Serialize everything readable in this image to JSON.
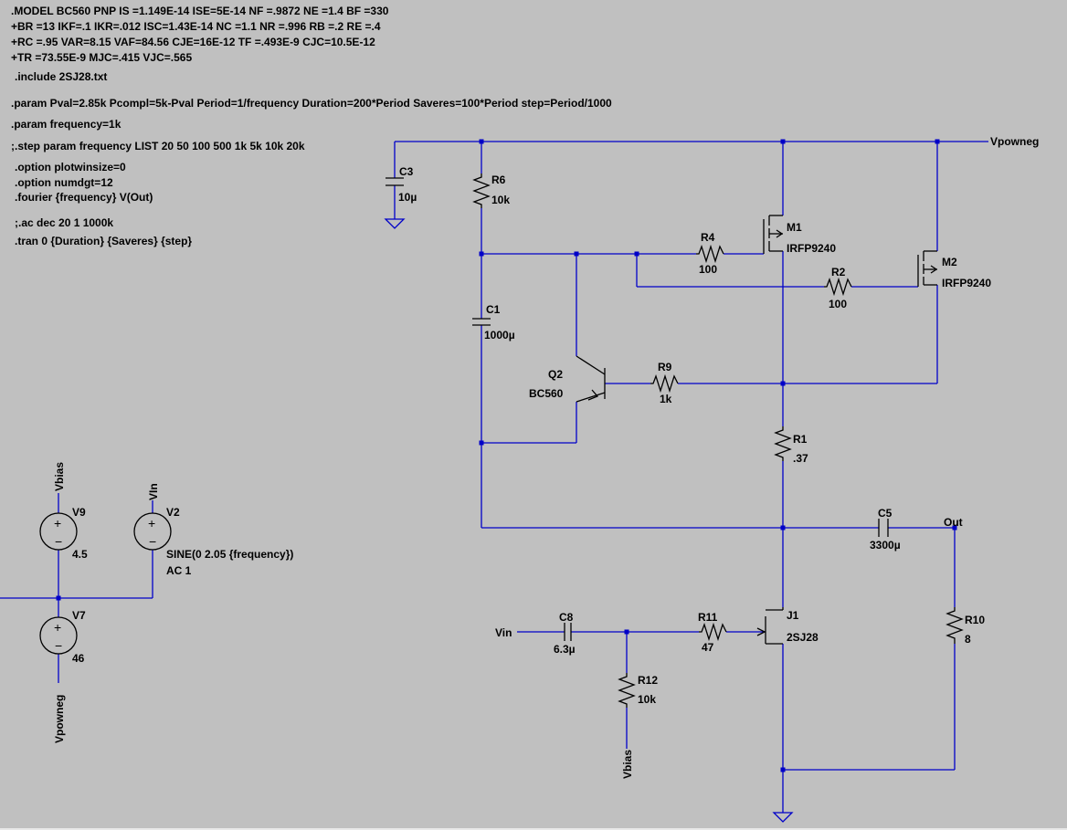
{
  "directives": {
    "model_1": ".MODEL BC560 PNP IS =1.149E-14 ISE=5E-14 NF =.9872 NE =1.4 BF =330",
    "model_2": "+BR =13 IKF=.1 IKR=.012 ISC=1.43E-14 NC =1.1 NR =.996 RB =.2 RE =.4",
    "model_3": "+RC =.95 VAR=8.15 VAF=84.56 CJE=16E-12 TF =.493E-9 CJC=10.5E-12",
    "model_4": "+TR =73.55E-9 MJC=.415 VJC=.565",
    "include": ".include 2SJ28.txt",
    "param_1": ".param Pval=2.85k Pcompl=5k-Pval Period=1/frequency Duration=200*Period Saveres=100*Period step=Period/1000",
    "param_2": ".param frequency=1k",
    "step": ";.step param frequency LIST 20 50 100 500 1k 5k 10k 20k",
    "option_1": ".option plotwinsize=0",
    "option_2": ".option numdgt=12",
    "fourier": ".fourier {frequency} V(Out)",
    "ac": ";.ac dec 20 1 1000k",
    "tran": ".tran 0 {Duration} {Saveres} {step}"
  },
  "nets": {
    "vpowneg_top": "Vpowneg",
    "vpowneg_bottom": "Vpowneg",
    "vbias_left": "Vbias",
    "vbias_bottom": "Vbias",
    "vin_v2": "VIn",
    "vin_input": "Vin",
    "out": "Out"
  },
  "components": {
    "c3": {
      "name": "C3",
      "value": "10µ"
    },
    "r6": {
      "name": "R6",
      "value": "10k"
    },
    "m1": {
      "name": "M1",
      "value": "IRFP9240"
    },
    "m2": {
      "name": "M2",
      "value": "IRFP9240"
    },
    "r4": {
      "name": "R4",
      "value": "100"
    },
    "r2": {
      "name": "R2",
      "value": "100"
    },
    "c1": {
      "name": "C1",
      "value": "1000µ"
    },
    "q2": {
      "name": "Q2",
      "value": "BC560"
    },
    "r9": {
      "name": "R9",
      "value": "1k"
    },
    "r1": {
      "name": "R1",
      "value": ".37"
    },
    "c5": {
      "name": "C5",
      "value": "3300µ"
    },
    "r10": {
      "name": "R10",
      "value": "8"
    },
    "j1": {
      "name": "J1",
      "value": "2SJ28"
    },
    "c8": {
      "name": "C8",
      "value": "6.3µ"
    },
    "r11": {
      "name": "R11",
      "value": "47"
    },
    "r12": {
      "name": "R12",
      "value": "10k"
    },
    "v9": {
      "name": "V9",
      "value": "4.5"
    },
    "v2": {
      "name": "V2",
      "value": "SINE(0 2.05 {frequency})",
      "value2": "AC 1"
    },
    "v7": {
      "name": "V7",
      "value": "46"
    }
  }
}
